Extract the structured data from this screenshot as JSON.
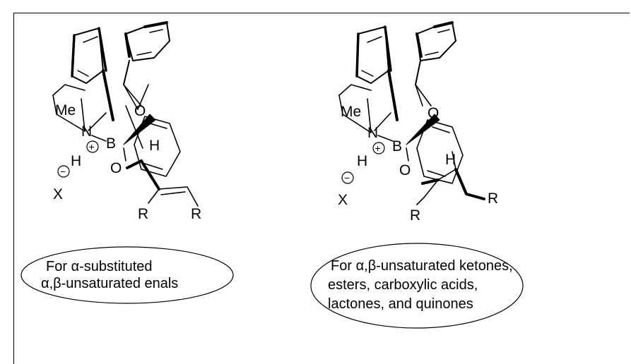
{
  "left_structure": {
    "atoms": {
      "N": "N",
      "B": "B",
      "O_ring": "O",
      "O_carbonyl": "O",
      "H_N": "H",
      "H_ald": "H",
      "Me": "Me",
      "X": "X",
      "R1": "R",
      "R2": "R",
      "plus": "+",
      "minus": "−"
    },
    "caption": {
      "line1_symbol": "α",
      "line1_text": "For ",
      "line1_rest": "-substituted",
      "line2_a": "α",
      "line2_sep": ",",
      "line2_b": "β",
      "line2_rest": "-unsaturated enals"
    }
  },
  "right_structure": {
    "atoms": {
      "N": "N",
      "B": "B",
      "O_ring": "O",
      "O_carbonyl": "O",
      "H_N": "H",
      "H_alkene": "H",
      "Me": "Me",
      "X": "X",
      "R1": "R",
      "R2": "R",
      "plus": "+",
      "minus": "−"
    },
    "caption": {
      "line1_prefix": "For ",
      "line1_a": "α",
      "line1_sep": ",",
      "line1_b": "β",
      "line1_rest": "-unsaturated ketones,",
      "line2": "esters, carboxylic acids,",
      "line3": "lactones, and quinones"
    }
  },
  "colors": {
    "stroke": "#000000",
    "background": "#ffffff"
  }
}
